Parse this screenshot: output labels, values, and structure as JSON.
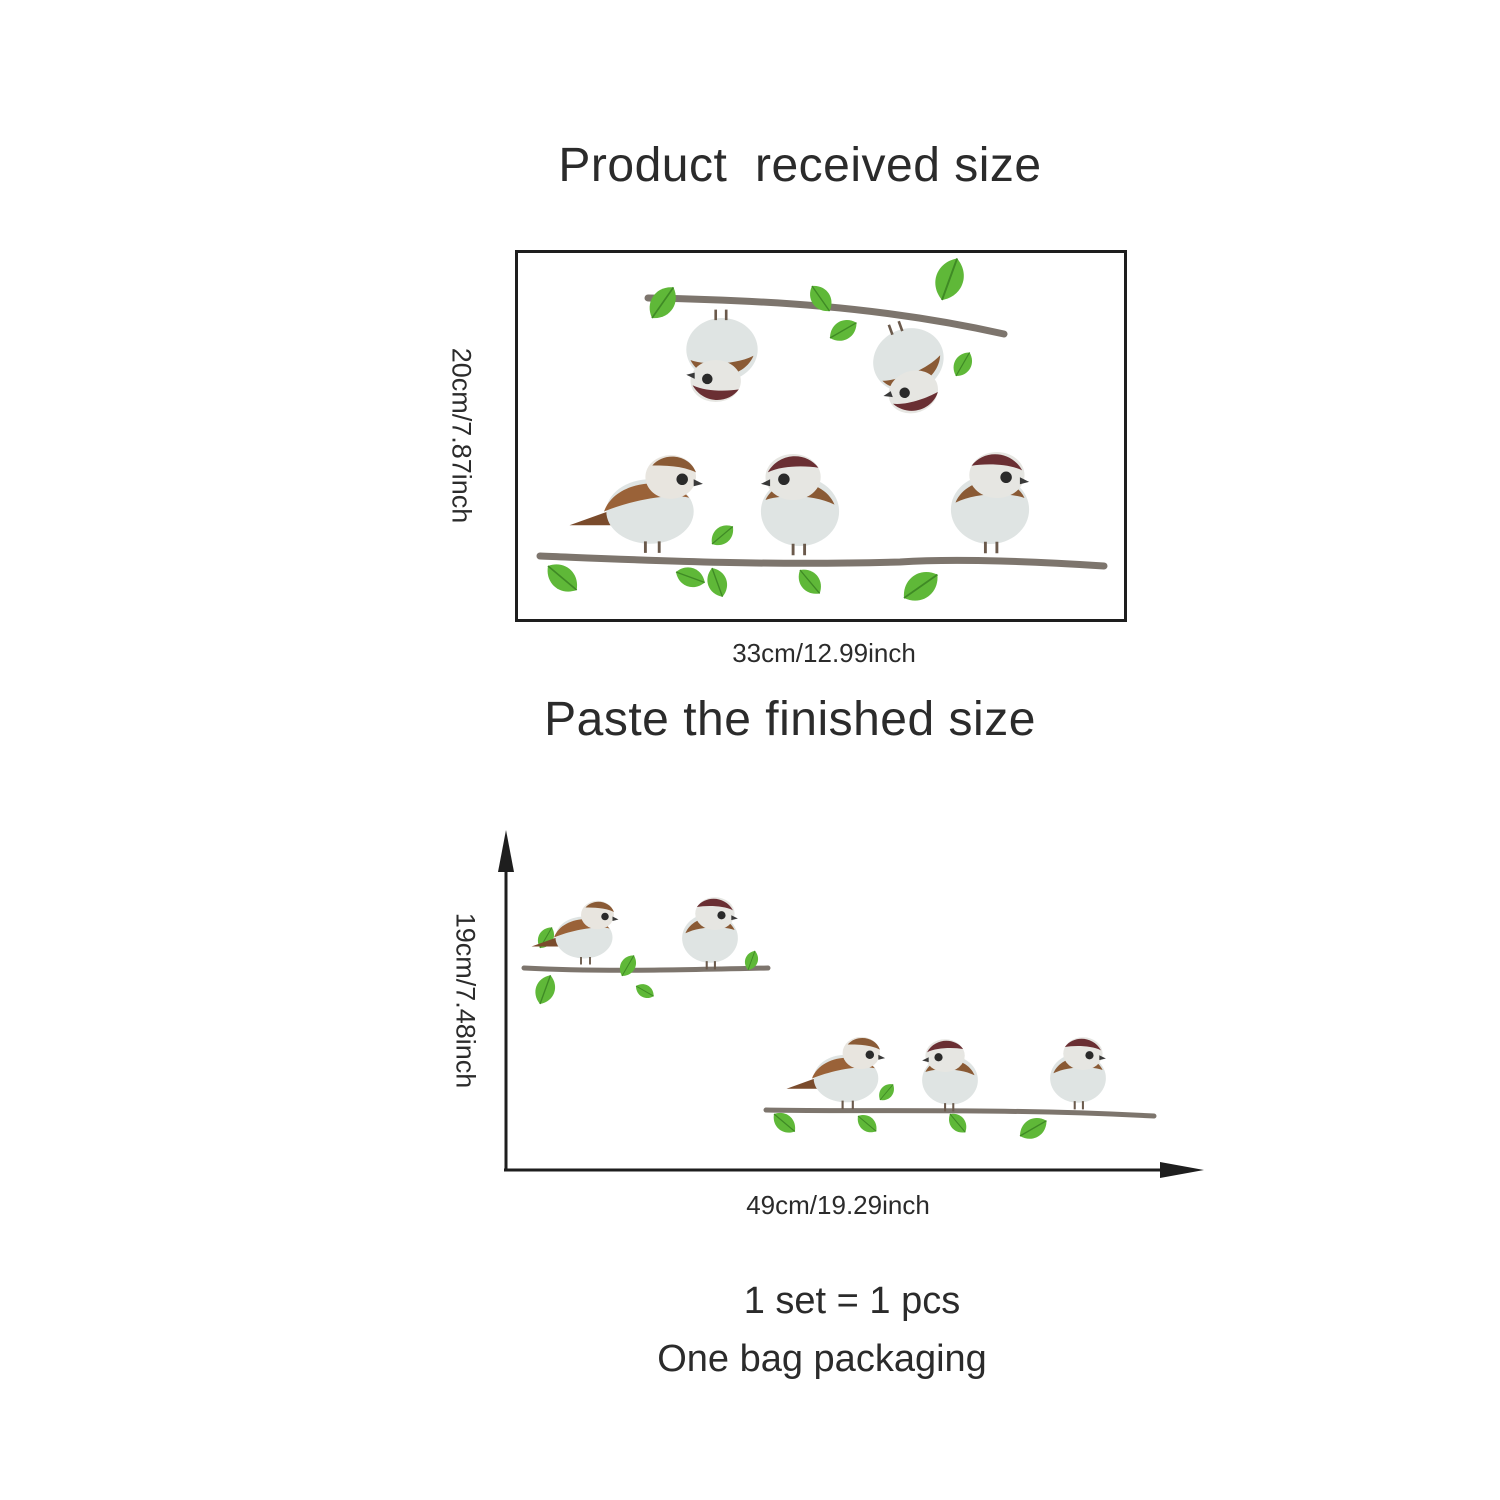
{
  "sections": {
    "received": {
      "title": "Product  received size",
      "height_label": "20cm/7.87inch",
      "width_label": "33cm/12.99inch"
    },
    "finished": {
      "title": "Paste the finished size",
      "height_label": "19cm/7.48inch",
      "width_label": "49cm/19.29inch"
    }
  },
  "footer": {
    "line1": "1 set = 1 pcs",
    "line2": "One bag packaging"
  },
  "colors": {
    "text": "#2b2b2b",
    "frame": "#1e1e1e",
    "branch": "#7d756d",
    "leaf": "#5fb838",
    "bird_brown": "#8a5a35",
    "bird_cap": "#6a2f33",
    "bird_belly": "#dfe4e3"
  }
}
